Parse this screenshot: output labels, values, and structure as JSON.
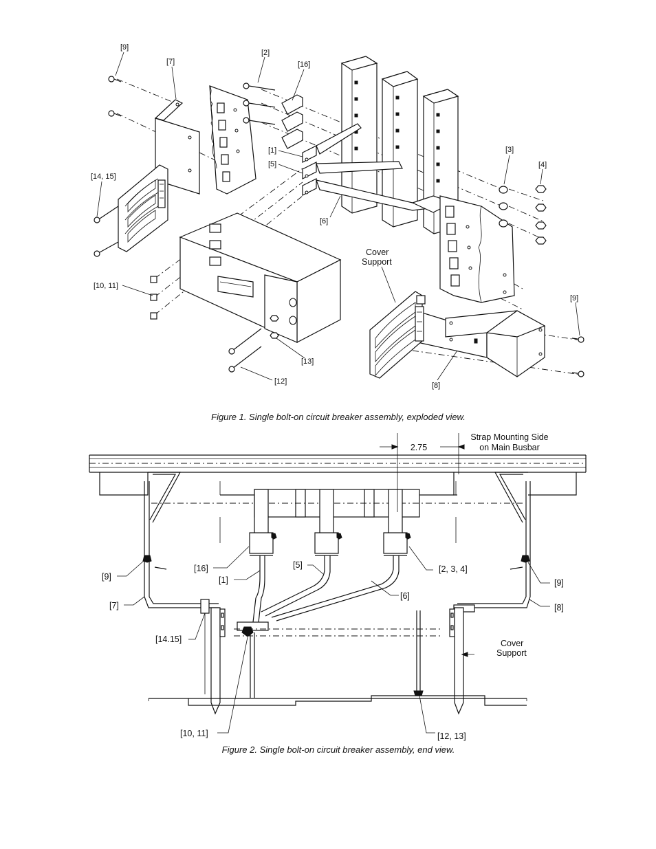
{
  "figure1": {
    "caption": "Figure 1. Single bolt-on circuit breaker assembly, exploded view.",
    "labels": {
      "l9a": "[9]",
      "l7": "[7]",
      "l2": "[2]",
      "l16": "[16]",
      "l1": "[1]",
      "l5": "[5]",
      "l3": "[3]",
      "l4": "[4]",
      "l1415": "[14, 15]",
      "l6": "[6]",
      "cover1": "Cover",
      "cover2": "Support",
      "l1011": "[10, 11]",
      "l9b": "[9]",
      "l13": "[13]",
      "l12": "[12]",
      "l8": "[8]"
    }
  },
  "figure2": {
    "caption": "Figure 2. Single bolt-on circuit breaker assembly, end view.",
    "dimension": "2.75",
    "strap1": "Strap Mounting Side",
    "strap2": "on Main Busbar",
    "labels": {
      "l16": "[16]",
      "l1": "[1]",
      "l5": "[5]",
      "l234": "[2, 3, 4]",
      "l9a": "[9]",
      "l9b": "[9]",
      "l6": "[6]",
      "l7": "[7]",
      "l8": "[8]",
      "l1415": "[14.15]",
      "cover1": "Cover",
      "cover2": "Support",
      "l1011": "[10, 11]",
      "l1213": "[12, 13]"
    }
  }
}
